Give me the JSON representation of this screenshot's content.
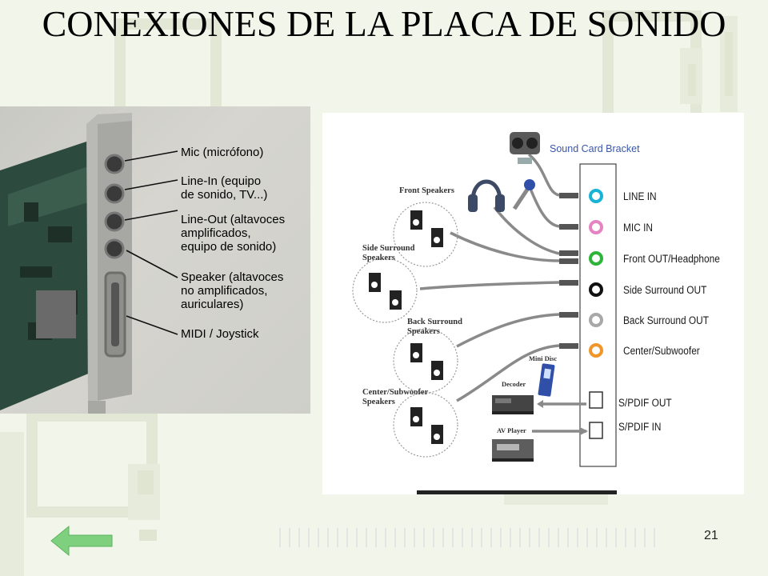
{
  "slide": {
    "title": "CONEXIONES DE LA PLACA DE SONIDO",
    "page_number": "21"
  },
  "photo_callouts": [
    "Mic (micrófono)",
    "Line-In (equipo\nde sonido, TV...)",
    "Line-Out (altavoces\namplificados,\nequipo de sonido)",
    "Speaker (altavoces\nno amplificados,\nauriculares)",
    "MIDI / Joystick"
  ],
  "diagram": {
    "bracket_title": "Sound Card Bracket",
    "ports": [
      {
        "label": "LINE IN",
        "color": "#19b3d6"
      },
      {
        "label": "MIC IN",
        "color": "#e584c2"
      },
      {
        "label": "Front OUT/Headphone",
        "color": "#2fb43a"
      },
      {
        "label": "Side Surround OUT",
        "color": "#111111"
      },
      {
        "label": "Back Surround OUT",
        "color": "#a8a8a8"
      },
      {
        "label": "Center/Subwoofer",
        "color": "#f0952a"
      },
      {
        "label": "S/PDIF OUT",
        "color": "#ffffff"
      },
      {
        "label": "S/PDIF IN",
        "color": "#ffffff"
      }
    ],
    "speaker_groups": [
      "Front Speakers",
      "Side Surround\nSpeakers",
      "Back Surround\nSpeakers",
      "Center/Subwoofer\nSpeakers"
    ],
    "devices": {
      "mini_disc": "Mini Disc",
      "decoder": "Decoder",
      "av_player": "AV Player"
    }
  }
}
